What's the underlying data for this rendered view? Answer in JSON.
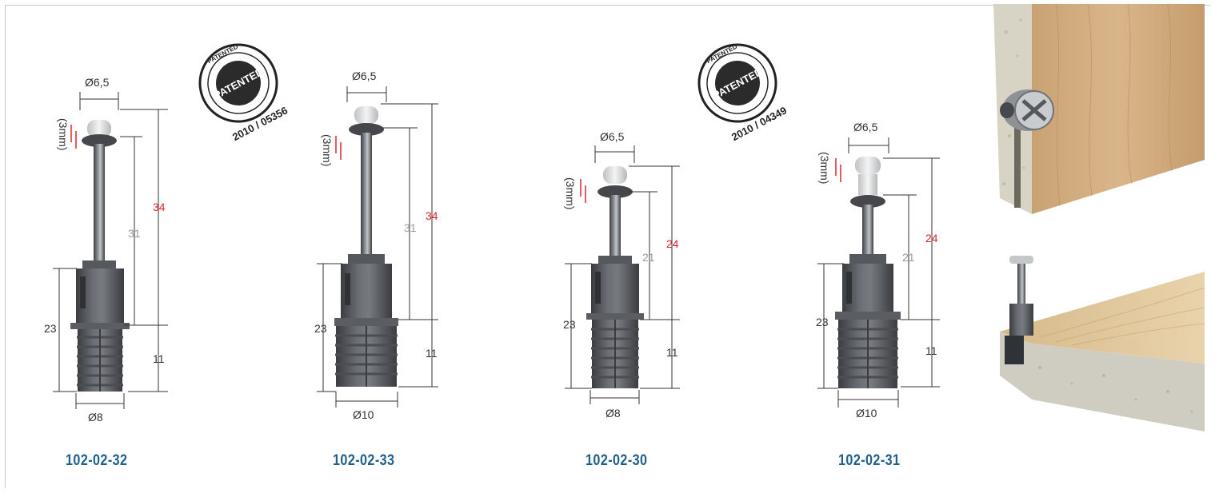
{
  "products": [
    {
      "code": "102-02-32",
      "dims": {
        "head": "Ø6,5",
        "travel": "(3mm)",
        "total": "34",
        "shank": "31",
        "body": "23",
        "thread": "11",
        "base": "Ø8"
      },
      "stamp": {
        "word": "PATENTED",
        "ring_text": "PATENTED",
        "number": "2010 / 05356"
      }
    },
    {
      "code": "102-02-33",
      "dims": {
        "head": "Ø6,5",
        "travel": "(3mm)",
        "total": "34",
        "shank": "31",
        "body": "23",
        "thread": "11",
        "base": "Ø10"
      }
    },
    {
      "code": "102-02-30",
      "dims": {
        "head": "Ø6,5",
        "travel": "(3mm)",
        "total": "24",
        "shank": "21",
        "body": "23",
        "thread": "11",
        "base": "Ø8"
      },
      "stamp": {
        "word": "PATENTED",
        "ring_text": "PATENTED",
        "number": "2010 / 04349"
      }
    },
    {
      "code": "102-02-31",
      "dims": {
        "head": "Ø6,5",
        "travel": "(3mm)",
        "total": "24",
        "shank": "21",
        "body": "23",
        "thread": "11",
        "base": "Ø10"
      }
    }
  ],
  "colors": {
    "code": "#1f5f8b",
    "accent_red": "#e0242b",
    "gray_dim": "#9a9a9a",
    "dark_dim": "#333333"
  },
  "icons": [
    "patented-stamp",
    "cam-lock-in-wood-photo",
    "dowel-in-board-photo"
  ]
}
